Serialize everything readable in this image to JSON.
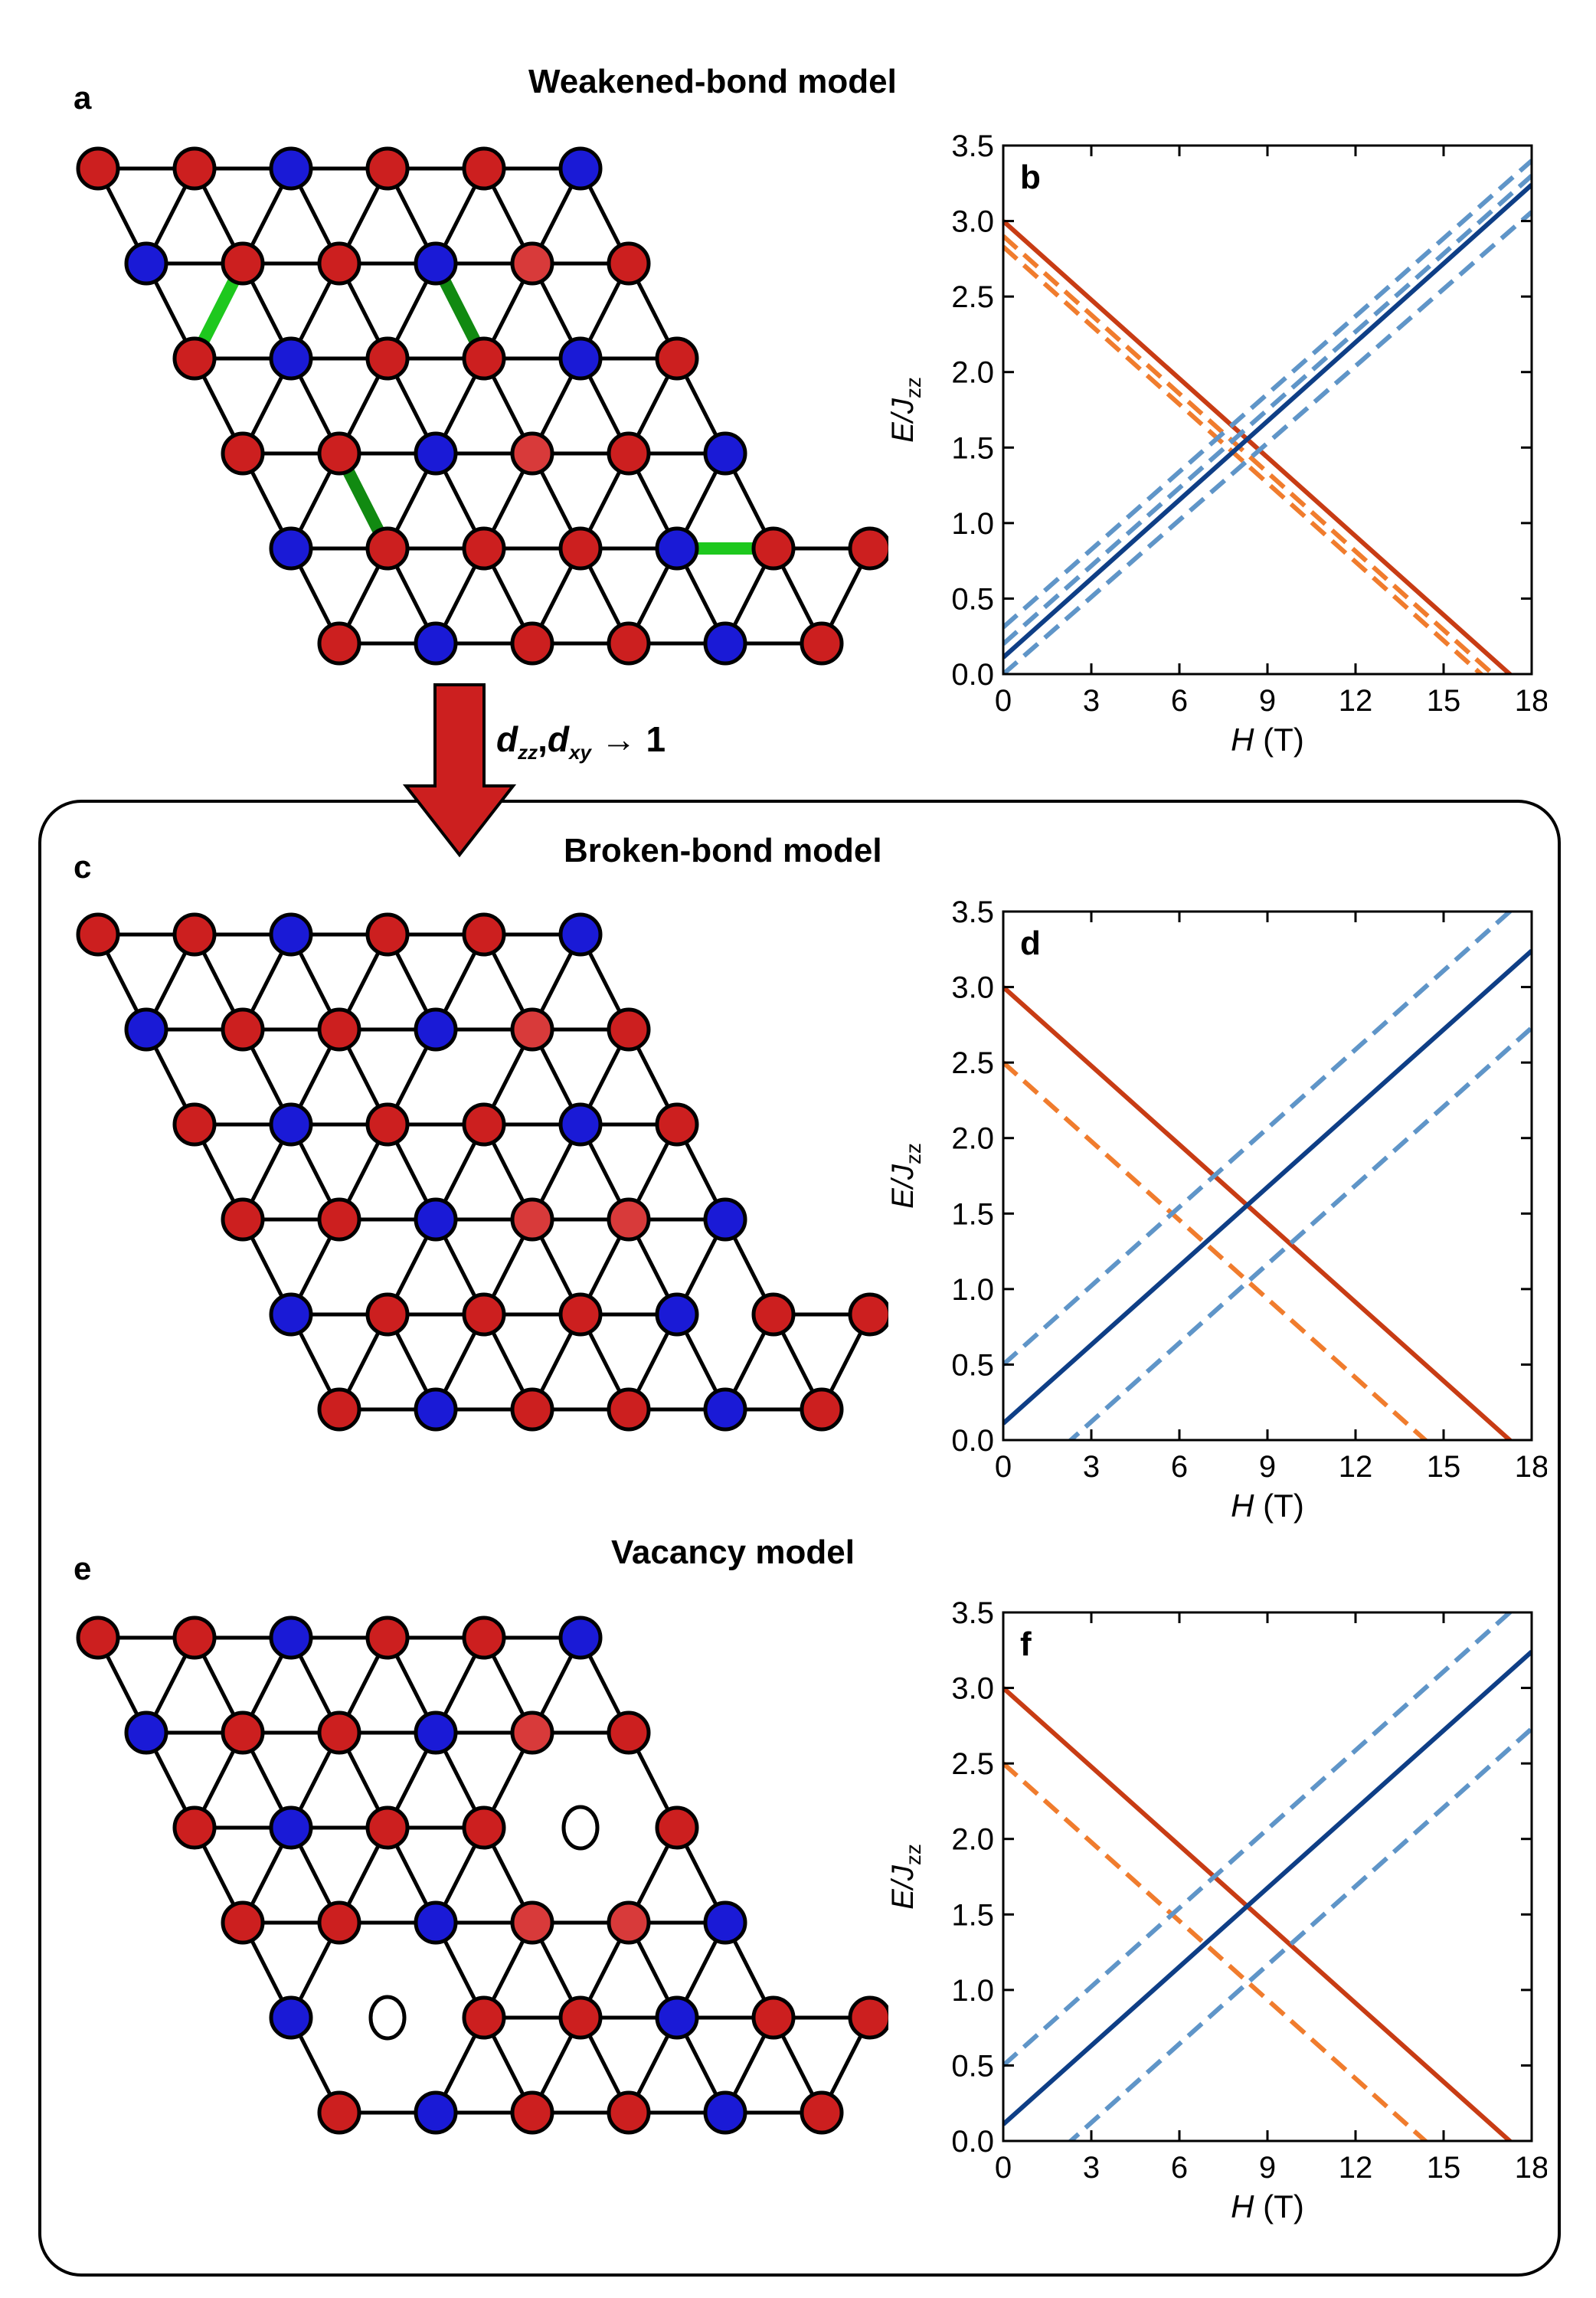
{
  "figure": {
    "titles": {
      "a": "Weakened-bond model",
      "c": "Broken-bond model",
      "e": "Vacancy model"
    },
    "panel_labels": [
      "a",
      "b",
      "c",
      "d",
      "e",
      "f"
    ],
    "arrow_label": {
      "d": "d",
      "sub1": "zz",
      "comma": ",",
      "d2": "d",
      "sub2": "xy",
      "rest": " → 1"
    },
    "colors": {
      "site_red": "#cc1f1f",
      "site_red_light": "#d83a3a",
      "site_blue": "#1a1ad6",
      "weak_bond_green": "#1ec81e",
      "weak_bond_dark_green": "#118a11",
      "line_red": "#c83c14",
      "line_orange": "#f07c2d",
      "line_blue": "#0e3e86",
      "line_lightblue": "#5f95c8",
      "arrow": "#cc1f1f"
    }
  },
  "lattices": {
    "a": {
      "rows": [
        [
          "r",
          "r",
          "b",
          "r",
          "r",
          "b"
        ],
        [
          "b",
          "r",
          "r",
          "b",
          "rl",
          "r"
        ],
        [
          "r",
          "b",
          "r",
          "r",
          "b",
          "r"
        ],
        [
          "r",
          "r",
          "b",
          "rl",
          "r",
          "b"
        ],
        [
          "b",
          "r",
          "r",
          "r",
          "b",
          "r",
          "r"
        ],
        [
          "r",
          "b",
          "r",
          "r",
          "b",
          "r"
        ]
      ],
      "weak_bonds": "green"
    },
    "c": {
      "rows": [
        [
          "r",
          "r",
          "b",
          "r",
          "r",
          "b"
        ],
        [
          "b",
          "r",
          "r",
          "b",
          "rl",
          "r"
        ],
        [
          "r",
          "b",
          "r",
          "r",
          "b",
          "r"
        ],
        [
          "r",
          "r",
          "b",
          "rl",
          "rl",
          "b"
        ],
        [
          "b",
          "r",
          "r",
          "r",
          "b",
          "r",
          "r"
        ],
        [
          "r",
          "b",
          "r",
          "r",
          "b",
          "r"
        ]
      ],
      "weak_bonds": "removed"
    },
    "e": {
      "rows": [
        [
          "r",
          "r",
          "b",
          "r",
          "r",
          "b"
        ],
        [
          "b",
          "r",
          "r",
          "b",
          "rl",
          "r"
        ],
        [
          "r",
          "b",
          "r",
          "r",
          "vacancy",
          "r"
        ],
        [
          "r",
          "r",
          "b",
          "rl",
          "rl",
          "b"
        ],
        [
          "b",
          "vacancy",
          "r",
          "r",
          "b",
          "r",
          "r"
        ],
        [
          "r",
          "b",
          "r",
          "r",
          "b",
          "r"
        ]
      ],
      "weak_bonds": "vacancy"
    }
  },
  "chart_data": [
    {
      "panel": "b",
      "type": "line",
      "xlabel_var": "H",
      "xlabel_unit": " (T)",
      "ylabel_main": "E/J",
      "ylabel_sub": "zz",
      "xlim": [
        0,
        18
      ],
      "ylim": [
        0,
        3.5
      ],
      "xticks": [
        0,
        3,
        6,
        9,
        12,
        15,
        18
      ],
      "yticks": [
        0.0,
        0.5,
        1.0,
        1.5,
        2.0,
        2.5,
        3.0,
        3.5
      ],
      "series": [
        {
          "style": "solid",
          "color": "line_red",
          "x": [
            0,
            18
          ],
          "y": [
            3.0,
            -0.13
          ]
        },
        {
          "style": "dashed",
          "color": "line_orange",
          "x": [
            0,
            18
          ],
          "y": [
            2.9,
            -0.23
          ]
        },
        {
          "style": "dashed",
          "color": "line_orange",
          "x": [
            0,
            18
          ],
          "y": [
            2.83,
            -0.3
          ]
        },
        {
          "style": "solid",
          "color": "line_blue",
          "x": [
            0,
            18
          ],
          "y": [
            0.11,
            3.24
          ]
        },
        {
          "style": "dashed",
          "color": "line_lightblue",
          "x": [
            0,
            18
          ],
          "y": [
            0.31,
            3.4
          ]
        },
        {
          "style": "dashed",
          "color": "line_lightblue",
          "x": [
            0,
            18
          ],
          "y": [
            0.2,
            3.3
          ]
        },
        {
          "style": "dashed",
          "color": "line_lightblue",
          "x": [
            0,
            18
          ],
          "y": [
            0.0,
            3.06
          ]
        }
      ]
    },
    {
      "panel": "d",
      "type": "line",
      "xlabel_var": "H",
      "xlabel_unit": " (T)",
      "ylabel_main": "E/J",
      "ylabel_sub": "zz",
      "xlim": [
        0,
        18
      ],
      "ylim": [
        0,
        3.5
      ],
      "xticks": [
        0,
        3,
        6,
        9,
        12,
        15,
        18
      ],
      "yticks": [
        0.0,
        0.5,
        1.0,
        1.5,
        2.0,
        2.5,
        3.0,
        3.5
      ],
      "series": [
        {
          "style": "solid",
          "color": "line_red",
          "x": [
            0,
            18
          ],
          "y": [
            3.0,
            -0.13
          ]
        },
        {
          "style": "dashed",
          "color": "line_orange",
          "x": [
            0,
            18
          ],
          "y": [
            2.5,
            -0.63
          ]
        },
        {
          "style": "solid",
          "color": "line_blue",
          "x": [
            0,
            18
          ],
          "y": [
            0.11,
            3.24
          ]
        },
        {
          "style": "dashed",
          "color": "line_lightblue",
          "x": [
            0,
            18
          ],
          "y": [
            0.5,
            3.63
          ]
        },
        {
          "style": "dashed",
          "color": "line_lightblue",
          "x": [
            0,
            18
          ],
          "y": [
            -0.4,
            2.73
          ]
        }
      ]
    },
    {
      "panel": "f",
      "type": "line",
      "xlabel_var": "H",
      "xlabel_unit": " (T)",
      "ylabel_main": "E/J",
      "ylabel_sub": "zz",
      "xlim": [
        0,
        18
      ],
      "ylim": [
        0,
        3.5
      ],
      "xticks": [
        0,
        3,
        6,
        9,
        12,
        15,
        18
      ],
      "yticks": [
        0.0,
        0.5,
        1.0,
        1.5,
        2.0,
        2.5,
        3.0,
        3.5
      ],
      "series": [
        {
          "style": "solid",
          "color": "line_red",
          "x": [
            0,
            18
          ],
          "y": [
            3.0,
            -0.13
          ]
        },
        {
          "style": "dashed",
          "color": "line_orange",
          "x": [
            0,
            18
          ],
          "y": [
            2.5,
            -0.63
          ]
        },
        {
          "style": "solid",
          "color": "line_blue",
          "x": [
            0,
            18
          ],
          "y": [
            0.11,
            3.24
          ]
        },
        {
          "style": "dashed",
          "color": "line_lightblue",
          "x": [
            0,
            18
          ],
          "y": [
            0.5,
            3.63
          ]
        },
        {
          "style": "dashed",
          "color": "line_lightblue",
          "x": [
            0,
            18
          ],
          "y": [
            -0.4,
            2.73
          ]
        }
      ]
    }
  ]
}
